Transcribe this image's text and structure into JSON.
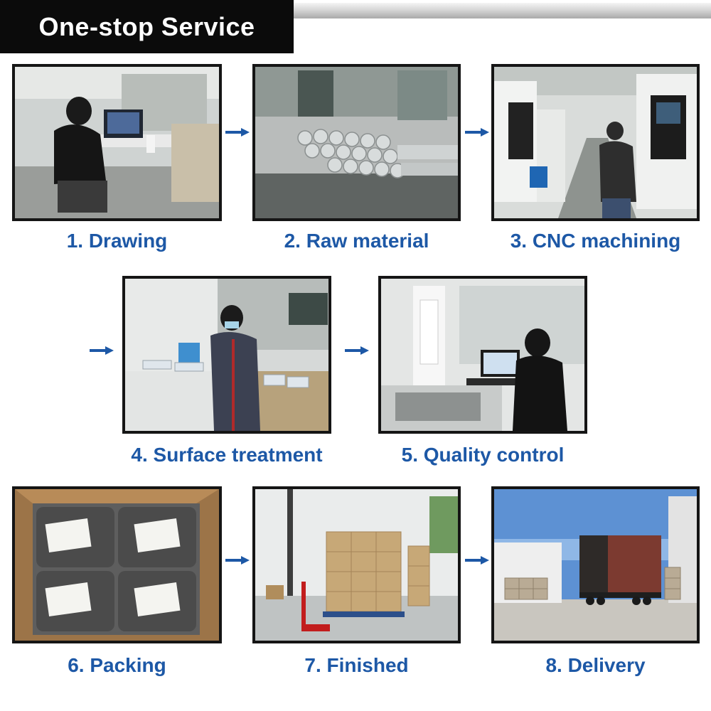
{
  "header": {
    "title": "One-stop Service"
  },
  "steps": [
    {
      "label": "1. Drawing"
    },
    {
      "label": "2. Raw material"
    },
    {
      "label": "3. CNC machining"
    },
    {
      "label": "4. Surface treatment"
    },
    {
      "label": "5. Quality control"
    },
    {
      "label": "6. Packing"
    },
    {
      "label": "7. Finished"
    },
    {
      "label": "8. Delivery"
    }
  ],
  "colors": {
    "caption": "#1d58a6",
    "arrow": "#1d58a6",
    "header_bg": "#0b0b0b"
  },
  "icons": {
    "arrow": "arrow-right-icon"
  }
}
